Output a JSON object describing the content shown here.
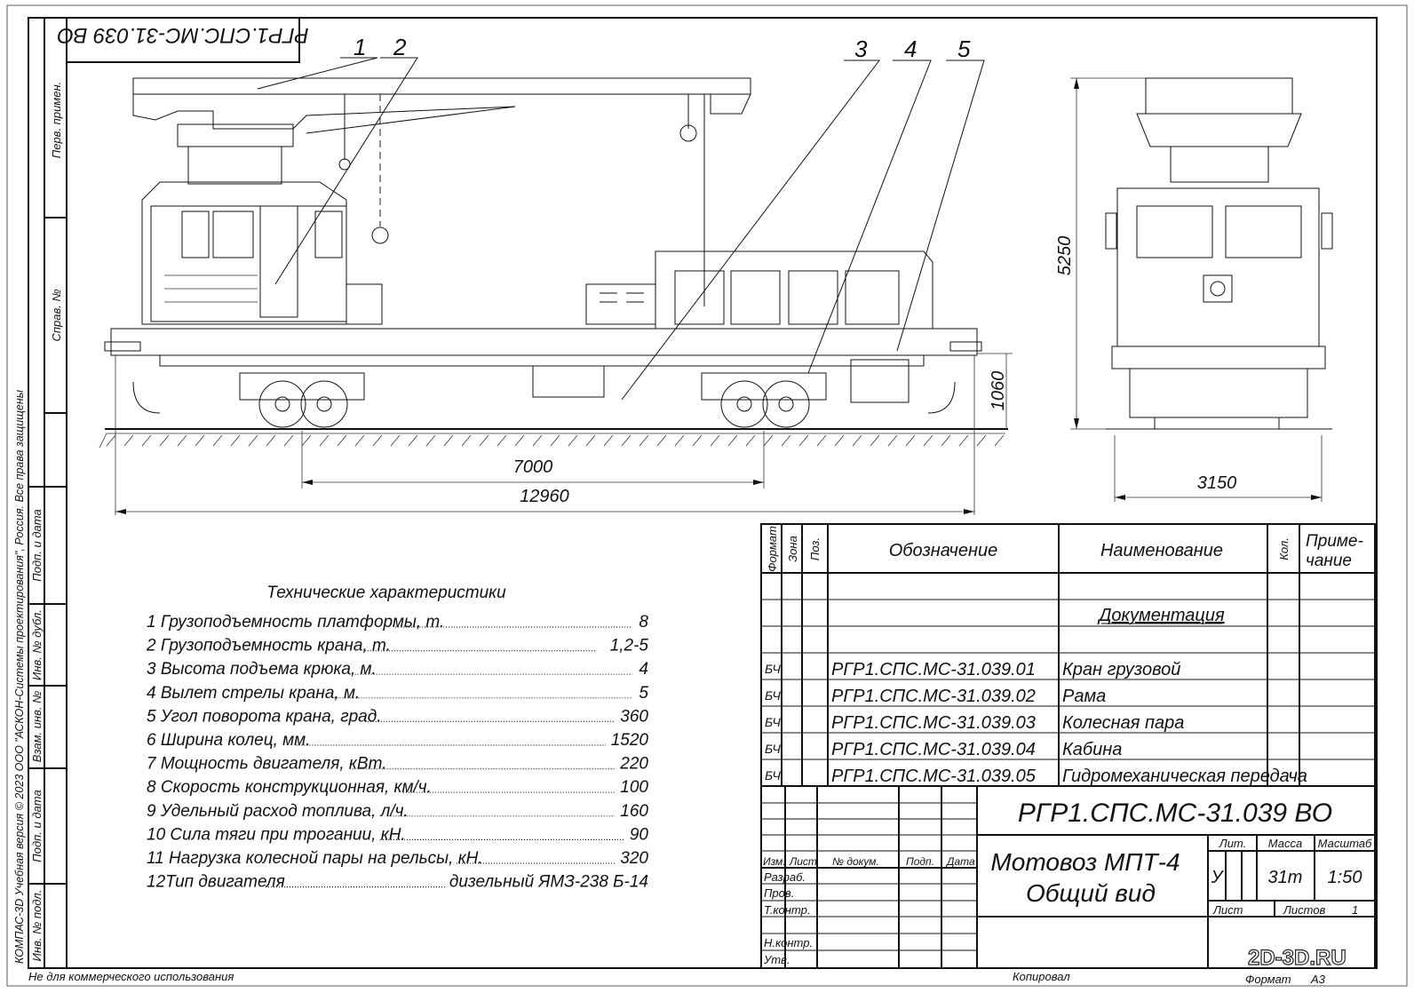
{
  "stamp_top": "РГР1.СПС.МС-31.039 ВО",
  "side_strip": {
    "labels": [
      "Перв. примен.",
      "Справ. №",
      "Подп. и дата",
      "Инв. № дубл.",
      "Взам. инв. №",
      "Подп. и дата",
      "Инв. № подл."
    ],
    "copyright": "КОМПАС-3D Учебная версия © 2023 ООО \"АСКОН-Системы проектирования\", Россия. Все права защищены"
  },
  "callouts": [
    "1",
    "2",
    "3",
    "4",
    "5"
  ],
  "dimensions": {
    "wheelbase": "7000",
    "length": "12960",
    "height_frame": "1060",
    "height_total": "5250",
    "width": "3150"
  },
  "tech": {
    "title": "Технические характеристики",
    "items": [
      {
        "name": "1 Грузоподъемность платформы, т.",
        "value": "8"
      },
      {
        "name": "2 Грузоподъемность крана, т.",
        "value": "1,2-5"
      },
      {
        "name": "3 Высота подъема крюка, м.",
        "value": "4"
      },
      {
        "name": "4 Вылет стрелы крана, м.",
        "value": "5"
      },
      {
        "name": "5 Угол поворота крана, град.",
        "value": "360"
      },
      {
        "name": "6 Ширина колец, мм.",
        "value": "1520"
      },
      {
        "name": "7 Мощность двигателя, кВт.",
        "value": "220"
      },
      {
        "name": "8 Скорость конструкционная, км/ч.",
        "value": "100"
      },
      {
        "name": "9 Удельный расход топлива, л/ч.",
        "value": "160"
      },
      {
        "name": "10 Сила тяги при трогании, кН.",
        "value": "90"
      },
      {
        "name": "11 Нагрузка колесной пары на рельсы, кН.",
        "value": "320"
      },
      {
        "name": "12Тип двигателя",
        "value": "дизельный ЯМЗ-238 Б-14"
      }
    ]
  },
  "spec": {
    "headers": {
      "format": "Формат",
      "zone": "Зона",
      "pos": "Поз.",
      "designation": "Обозначение",
      "name": "Наименование",
      "qty": "Кол.",
      "note1": "Приме-",
      "note2": "чание"
    },
    "section": "Документация",
    "rows": [
      {
        "format": "БЧ",
        "designation": "РГР1.СПС.МС-31.039.01",
        "name": "Кран грузовой"
      },
      {
        "format": "БЧ",
        "designation": "РГР1.СПС.МС-31.039.02",
        "name": "Рама"
      },
      {
        "format": "БЧ",
        "designation": "РГР1.СПС.МС-31.039.03",
        "name": "Колесная пара"
      },
      {
        "format": "БЧ",
        "designation": "РГР1.СПС.МС-31.039.04",
        "name": "Кабина"
      },
      {
        "format": "БЧ",
        "designation": "РГР1.СПС.МС-31.039.05",
        "name": "Гидромеханическая передача"
      }
    ]
  },
  "title_block": {
    "designation": "РГР1.СПС.МС-31.039 ВО",
    "name_line1": "Мотовоз МПТ-4",
    "name_line2": "Общий вид",
    "cols": {
      "izm": "Изм.",
      "list": "Лист",
      "doc": "№ докум.",
      "podp": "Подп.",
      "date": "Дата"
    },
    "roles": [
      "Разраб.",
      "Пров.",
      "Т.контр.",
      "",
      "Н.контр.",
      "Утв."
    ],
    "lit_label": "Лит.",
    "mass_label": "Масса",
    "scale_label": "Масштаб",
    "lit": "У",
    "mass": "31т",
    "scale": "1:50",
    "sheet_label": "Лист",
    "sheets_label": "Листов",
    "sheets": "1"
  },
  "footer": {
    "noncommercial": "Не для коммерческого использования",
    "copied": "Копировал",
    "format_label": "Формат",
    "format": "А3"
  },
  "watermark": "2D-3D.RU"
}
